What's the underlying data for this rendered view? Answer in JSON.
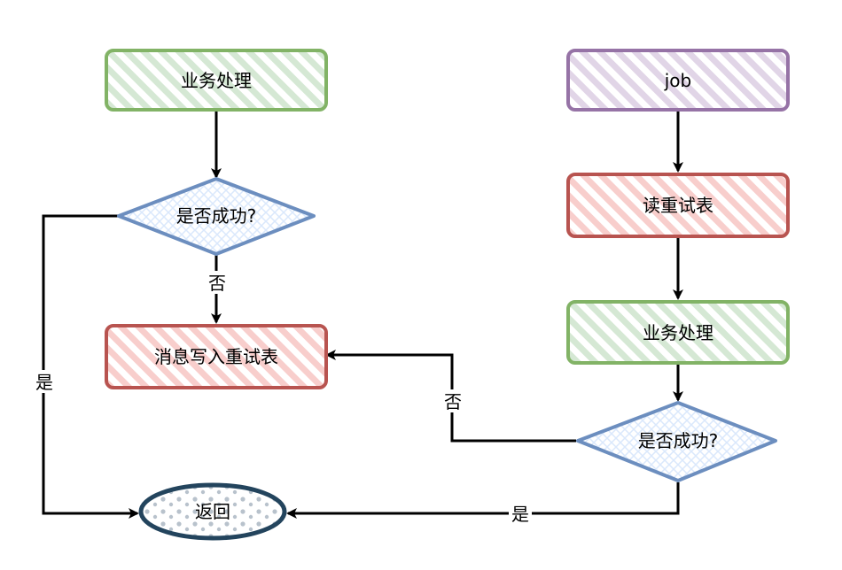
{
  "diagram": {
    "colors": {
      "green_fill": "#d5e8d4",
      "green_stroke": "#82b366",
      "red_fill": "#f8cecc",
      "red_stroke": "#b85450",
      "purple_fill": "#e1d5e7",
      "purple_stroke": "#9673a6",
      "blue_fill": "#dae8fc",
      "blue_stroke": "#6c8ebf",
      "dark_stroke": "#23445d",
      "edge": "#000000"
    },
    "nodes": {
      "biz_left": "业务处理",
      "decision_left": "是否成功?",
      "write_retry": "消息写入重试表",
      "return": "返回",
      "job": "job",
      "read_retry": "读重试表",
      "biz_right": "业务处理",
      "decision_right": "是否成功?"
    },
    "edge_labels": {
      "left_no": "否",
      "left_yes": "是",
      "right_no": "否",
      "right_yes": "是"
    }
  }
}
